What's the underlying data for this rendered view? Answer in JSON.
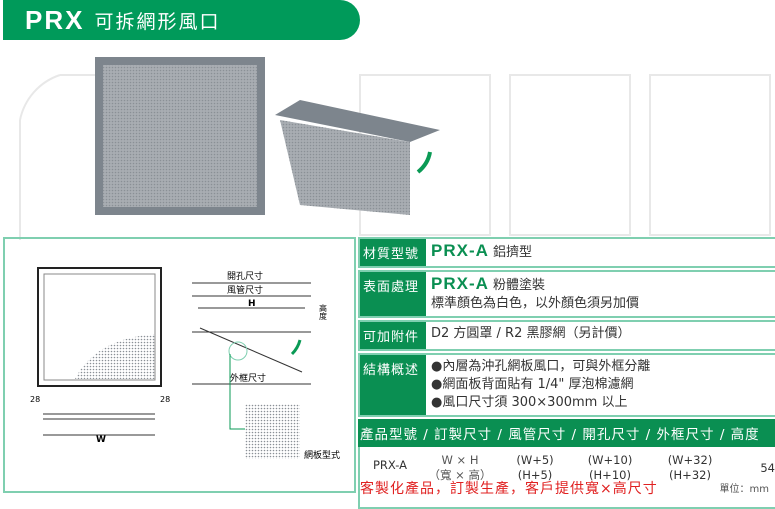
{
  "header": {
    "code": "PRX",
    "name": "可拆網形風口"
  },
  "drawing": {
    "hole_size": "開孔尺寸",
    "duct_size": "風管尺寸",
    "h": "H",
    "height": "高度",
    "frame_size": "外框尺寸",
    "w": "W",
    "margin_left": "28",
    "margin_right": "28",
    "mesh_type": "網板型式"
  },
  "specs": [
    {
      "label": "材質型號",
      "model": "PRX-A",
      "lines": [
        "鋁擠型"
      ]
    },
    {
      "label": "表面處理",
      "model": "PRX-A",
      "lines": [
        "粉體塗裝",
        "標準顏色為白色，以外顏色須另加價"
      ]
    },
    {
      "label": "可加附件",
      "lines": [
        "D2 方圓罩 / R2 黑膠網（另計價）"
      ]
    },
    {
      "label": "結構概述",
      "lines": [
        "●內層為沖孔網板風口，可與外框分離",
        "●網面板背面貼有 1/4\" 厚泡棉濾網",
        "●風口尺寸須 300×300mm 以上"
      ]
    }
  ],
  "size_table": {
    "header": "產品型號 / 訂製尺寸 / 風管尺寸 / 開孔尺寸 / 外框尺寸 / 高度",
    "row": {
      "model": "PRX-A",
      "custom": [
        "W × H",
        "（寬 × 高）"
      ],
      "duct": [
        "(W+5)",
        "(H+5)"
      ],
      "hole": [
        "(W+10)",
        "(H+10)"
      ],
      "frame": [
        "(W+32)",
        "(H+32)"
      ],
      "height": "54"
    }
  },
  "note": "客製化產品，訂製生產，客戶提供寬×高尺寸",
  "unit": "單位：mm"
}
